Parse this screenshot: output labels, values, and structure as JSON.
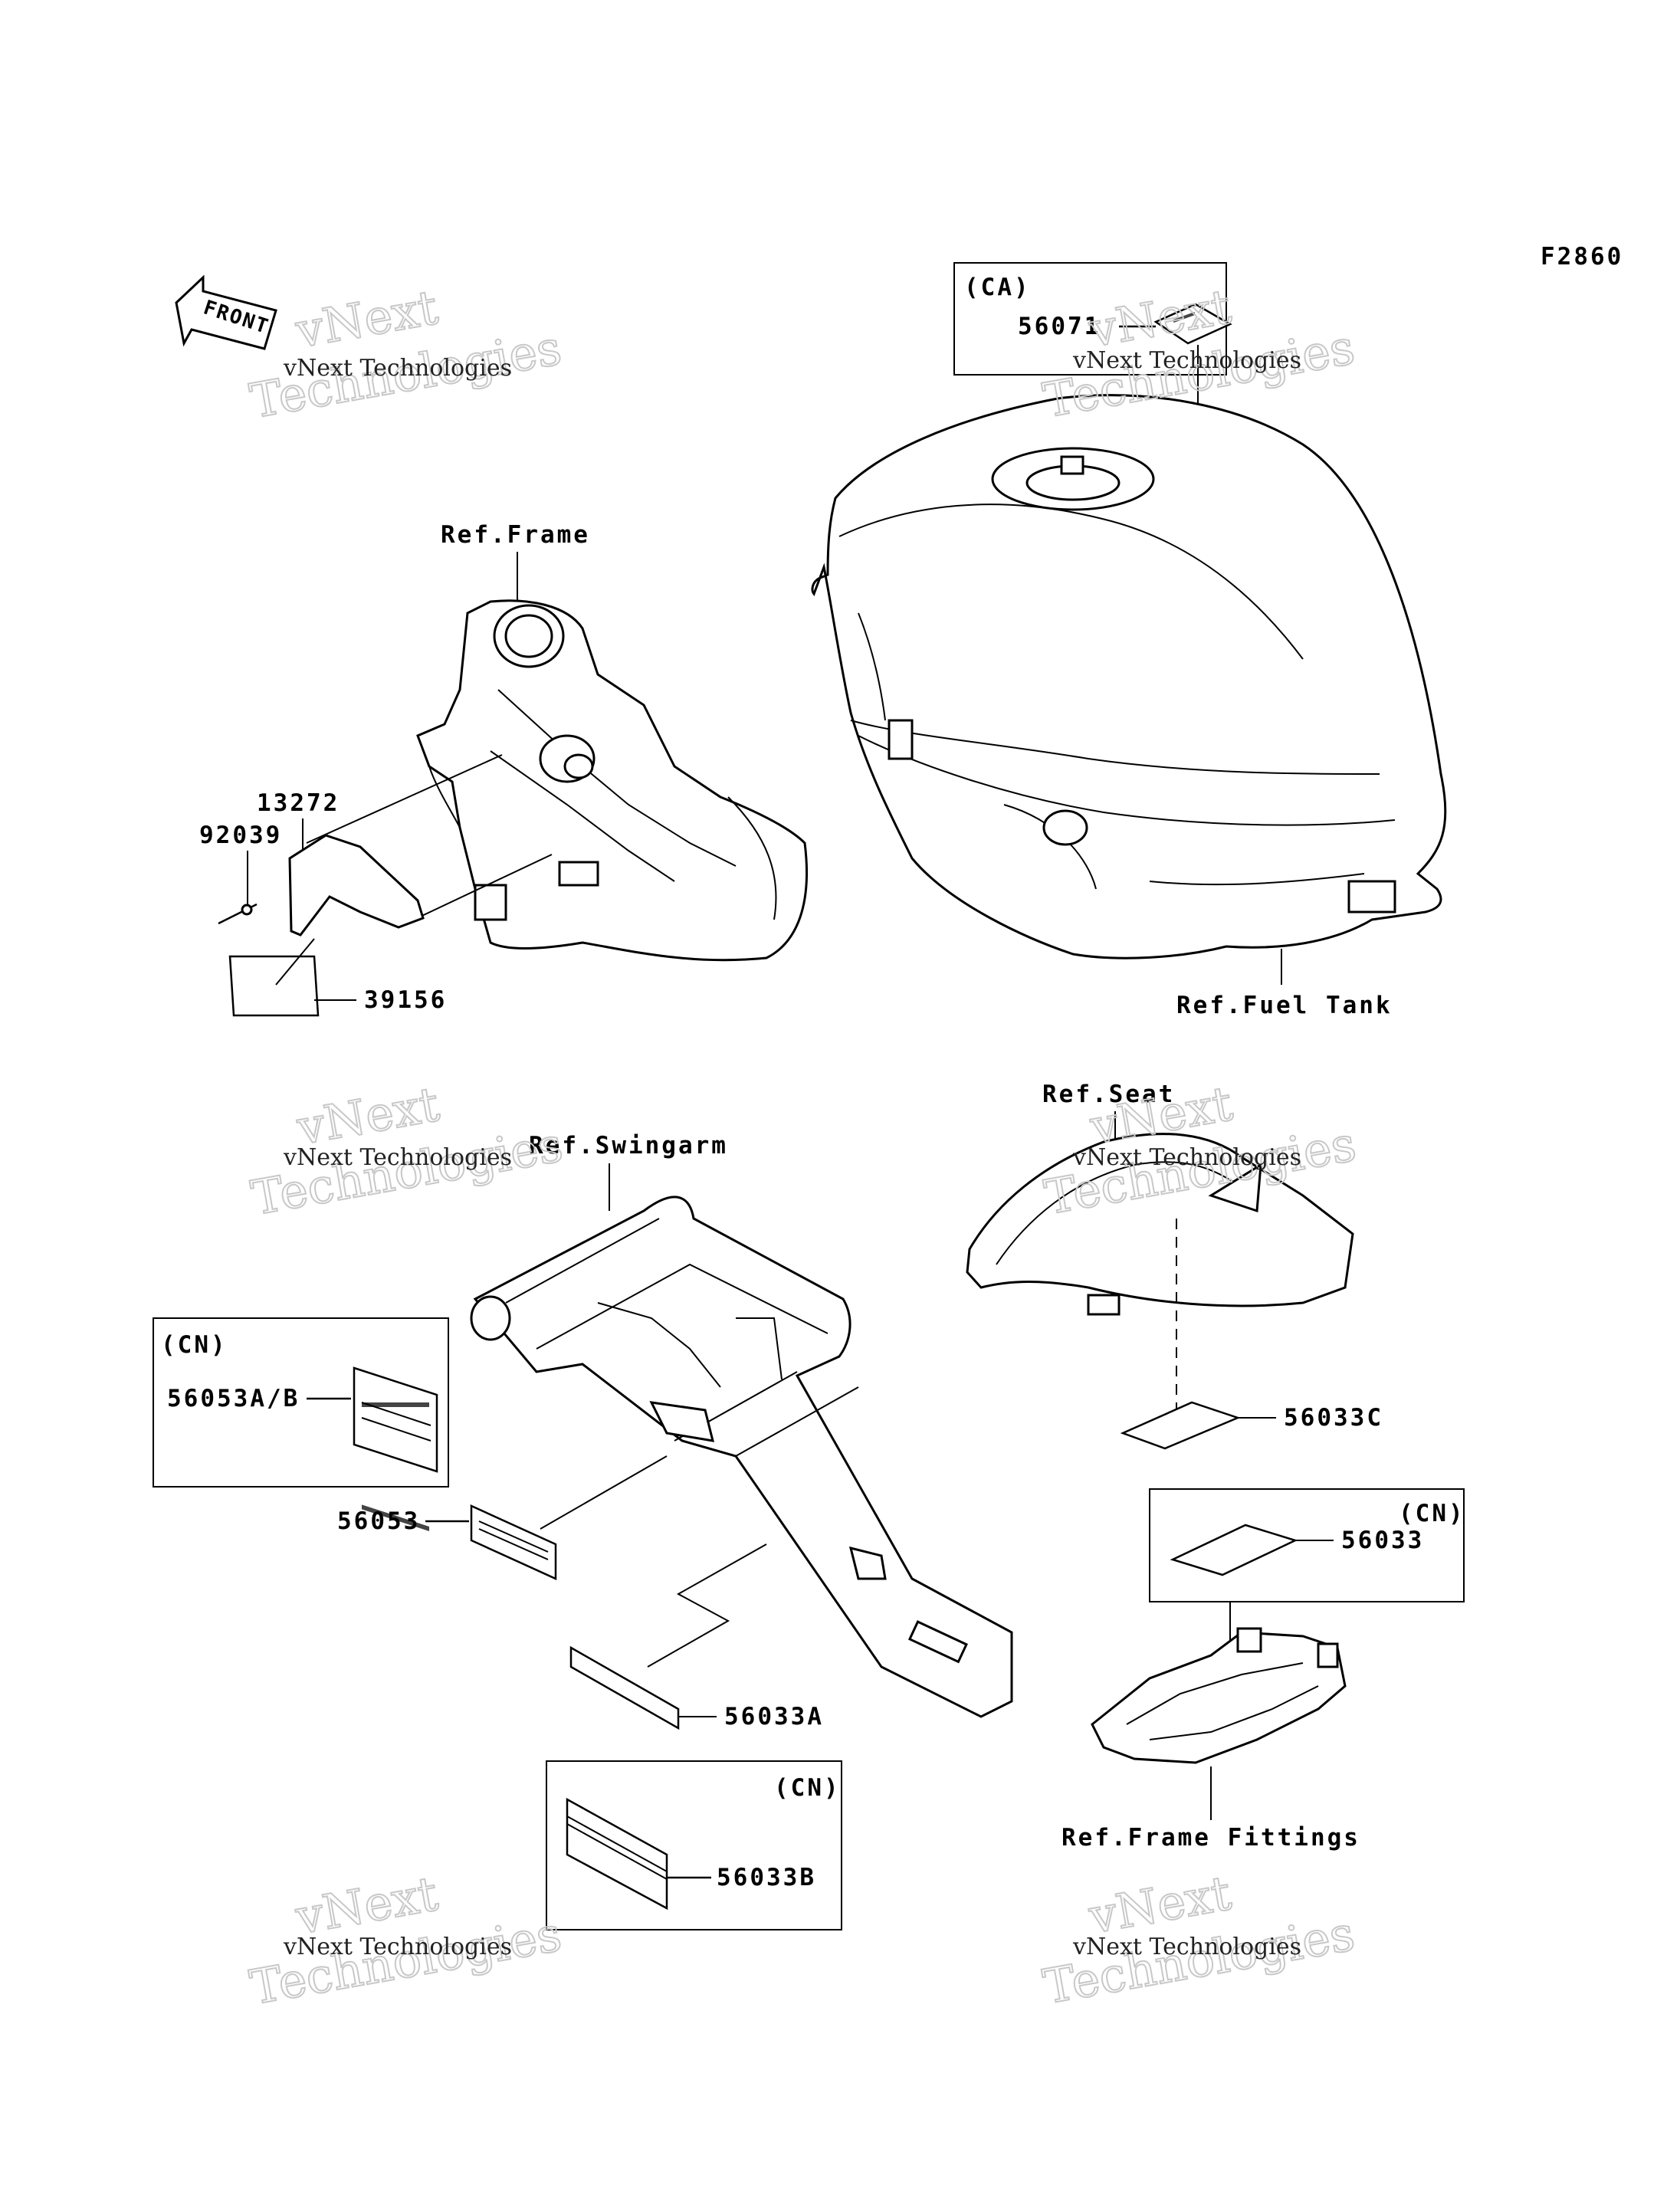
{
  "diagram": {
    "figure_code": "F2860",
    "front_arrow": "FRONT",
    "watermark": {
      "line1": "vNext Technologies",
      "line2": "vNext",
      "line3": "Technologies"
    },
    "refs": {
      "frame": "Ref.Frame",
      "fuel_tank": "Ref.Fuel Tank",
      "seat": "Ref.Seat",
      "swingarm": "Ref.Swingarm",
      "frame_fittings": "Ref.Frame Fittings"
    },
    "boxes": {
      "ca": "(CA)",
      "cn1": "(CN)",
      "cn2": "(CN)",
      "cn3": "(CN)"
    },
    "parts": {
      "p56071": "56071",
      "p13272": "13272",
      "p92039": "92039",
      "p39156": "39156",
      "p56053ab": "56053A/B",
      "p56053": "56053",
      "p56033a": "56033A",
      "p56033b": "56033B",
      "p56033c": "56033C",
      "p56033": "56033"
    }
  }
}
